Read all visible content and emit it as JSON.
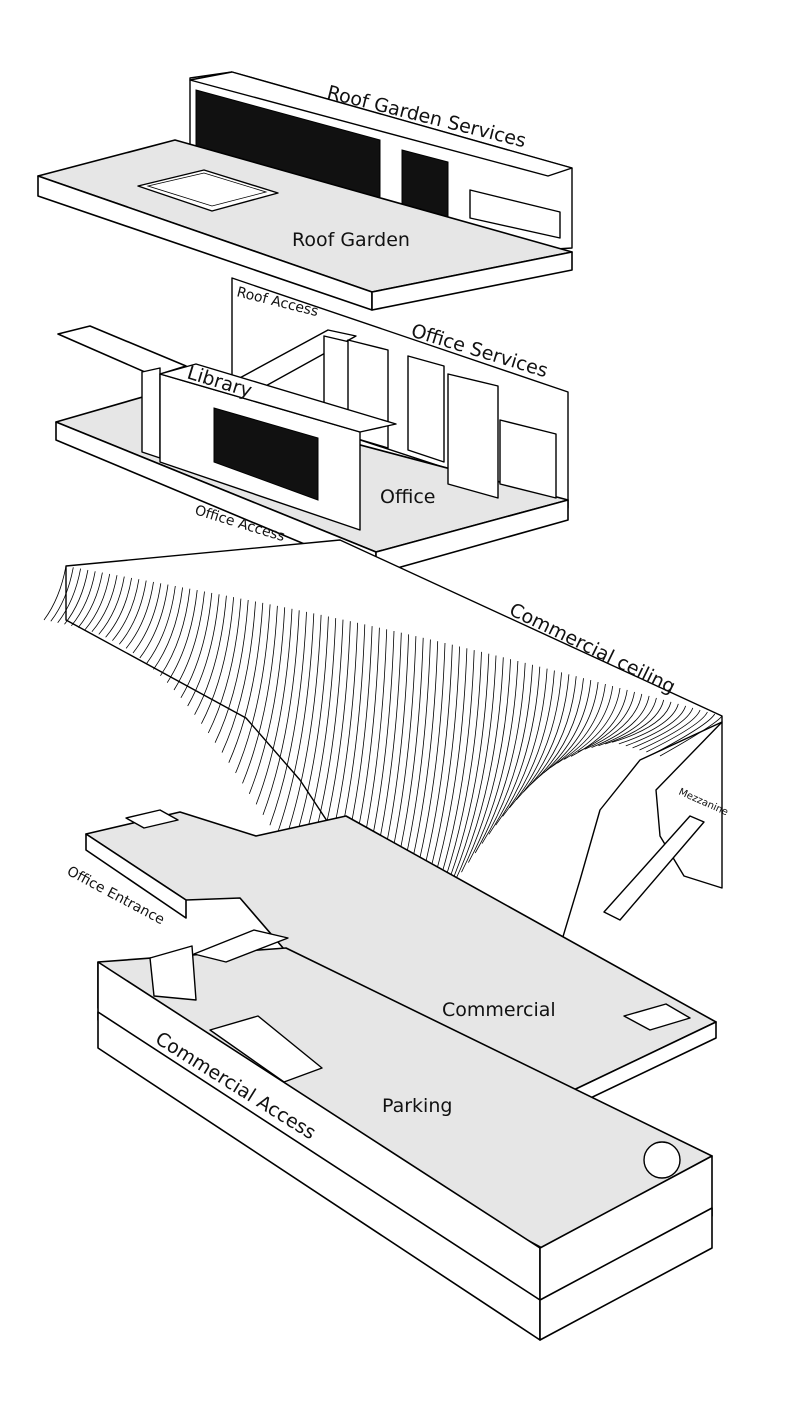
{
  "labels": {
    "roof_garden_services": "Roof Garden Services",
    "roof_garden": "Roof Garden",
    "roof_access": "Roof Access",
    "office_services": "Office Services",
    "library": "Library",
    "office": "Office",
    "office_access": "Office Access",
    "commercial_ceiling": "Commercial ceiling",
    "mezzanine": "Mezzanine",
    "office_entrance": "Office Entrance",
    "commercial": "Commercial",
    "commercial_access": "Commercial Access",
    "parking": "Parking"
  }
}
